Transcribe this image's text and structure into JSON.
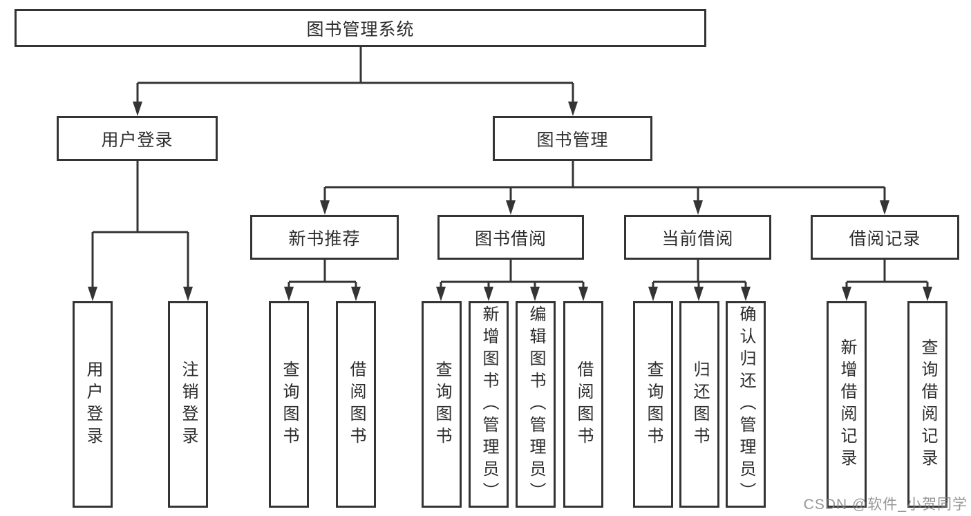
{
  "watermark": "CSDN @软件_小贺同学",
  "colors": {
    "line": "#343434",
    "box_border": "#343434",
    "text": "#2d2d2d",
    "watermark_gray": "#808080",
    "background": "#ffffff"
  },
  "tree": {
    "label": "图书管理系统",
    "children": [
      {
        "label": "用户登录",
        "children": [
          {
            "label": "用户登录"
          },
          {
            "label": "注销登录"
          }
        ]
      },
      {
        "label": "图书管理",
        "children": [
          {
            "label": "新书推荐",
            "children": [
              {
                "label": "查询图书"
              },
              {
                "label": "借阅图书"
              }
            ]
          },
          {
            "label": "图书借阅",
            "children": [
              {
                "label": "查询图书"
              },
              {
                "label": "新增图书（管理员）"
              },
              {
                "label": "编辑图书（管理员）"
              },
              {
                "label": "借阅图书"
              }
            ]
          },
          {
            "label": "当前借阅",
            "children": [
              {
                "label": "查询图书"
              },
              {
                "label": "归还图书"
              },
              {
                "label": "确认归还（管理员）"
              }
            ]
          },
          {
            "label": "借阅记录",
            "children": [
              {
                "label": "新增借阅记录"
              },
              {
                "label": "查询借阅记录"
              }
            ]
          }
        ]
      }
    ]
  }
}
